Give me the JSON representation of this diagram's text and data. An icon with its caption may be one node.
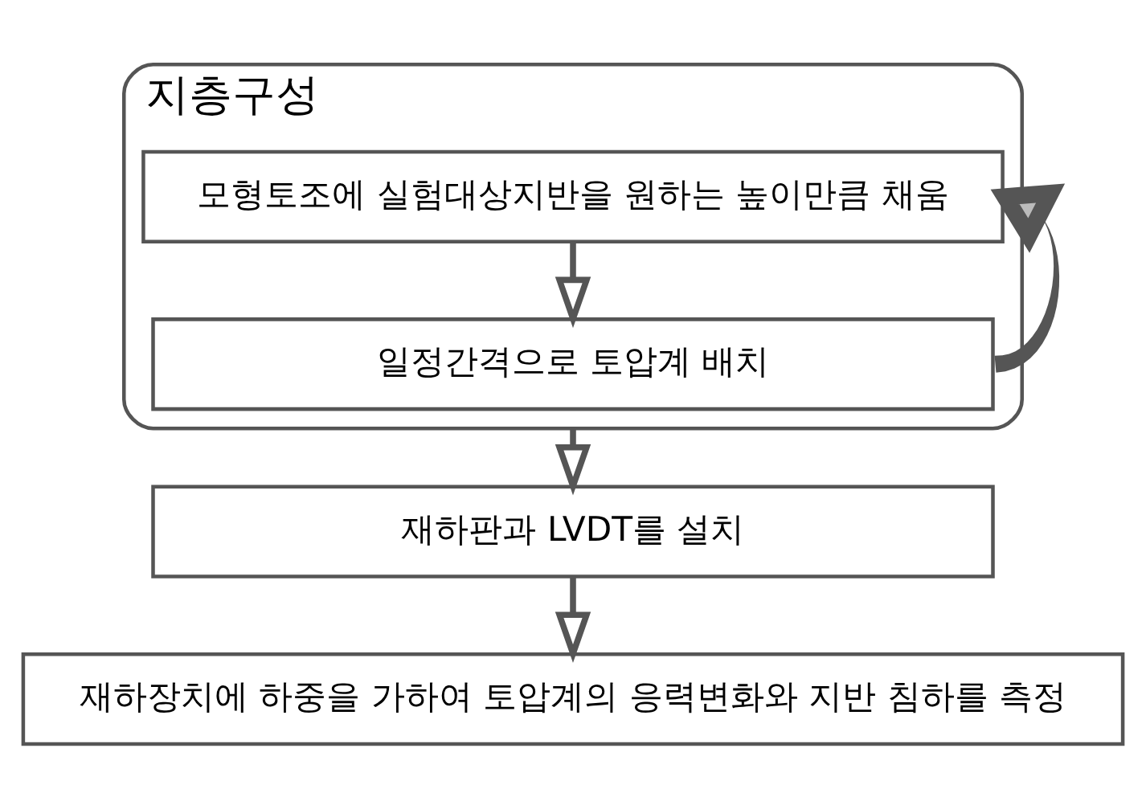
{
  "diagram": {
    "nodes": [
      {
        "text": [
          "지층구성"
        ]
      },
      {
        "text": [
          "모형토조에 실험대상지반을 원하는 높이만큼 채움"
        ],
        "in": 0
      },
      {
        "text": [
          "일정간격으로 토압계 배치"
        ],
        "in": 0
      },
      {
        "text": [
          "재하판과 LVDT를 설치"
        ]
      },
      {
        "text": [
          "재하장치에 하중을 가하여 토압계의 응력변화와 지반 침하를 측정"
        ]
      }
    ],
    "edges": [
      {
        "from": 1,
        "to": 2,
        "arrow": "to"
      },
      {
        "from": 2,
        "to": 1,
        "arrow": "to",
        "color": "#bbbbbb"
      },
      {
        "from": 0,
        "to": 3,
        "arrow": "to"
      },
      {
        "from": 3,
        "to": 4,
        "arrow": "to"
      }
    ]
  }
}
